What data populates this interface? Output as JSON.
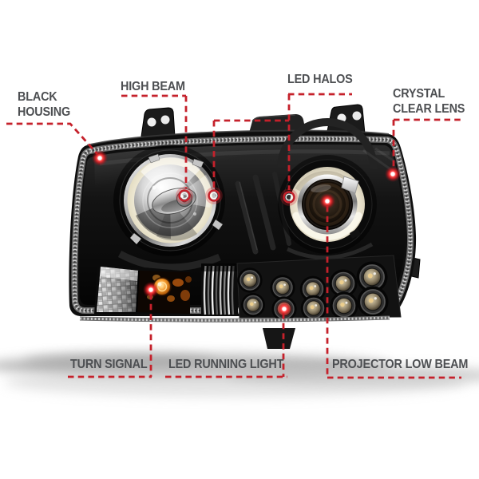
{
  "colors": {
    "background": "#ffffff",
    "accent_red": "#c5212b",
    "marker_red": "#ff3b3b",
    "label_gray": "#4d4f52",
    "housing_black": "#111111",
    "halo_cream": "#f1ecd9",
    "chrome_silver": "#c9c9c9",
    "amber_orange": "#f59b2e",
    "led_smoke": "#b3a687",
    "shadow_gray": "#bfbfbf"
  },
  "callouts": {
    "black_housing": {
      "label": "BLACK\nHOUSING"
    },
    "high_beam": {
      "label": "HIGH BEAM"
    },
    "led_halos": {
      "label": "LED HALOS"
    },
    "crystal_clear_lens": {
      "label": "CRYSTAL\nCLEAR LENS"
    },
    "turn_signal": {
      "label": "TURN SIGNAL"
    },
    "led_running_light": {
      "label": "LED RUNNING LIGHT"
    },
    "projector_low_beam": {
      "label": "PROJECTOR LOW BEAM"
    }
  }
}
